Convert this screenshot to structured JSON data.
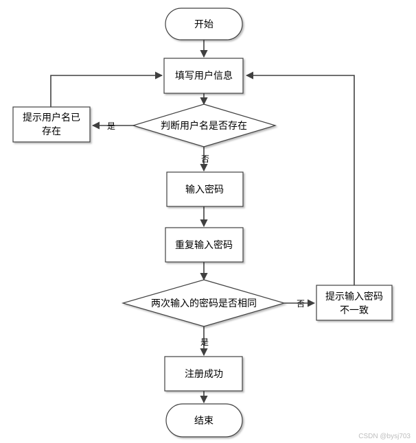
{
  "nodes": {
    "start": "开始",
    "fill_info": "填写用户信息",
    "check_name": "判断用户名是否存在",
    "name_exists_line1": "提示用户名已",
    "name_exists_line2": "存在",
    "input_pw": "输入密码",
    "repeat_pw": "重复输入密码",
    "compare_pw": "两次输入的密码是否相同",
    "pw_mismatch_line1": "提示输入密码",
    "pw_mismatch_line2": "不一致",
    "success": "注册成功",
    "end": "结束"
  },
  "edges": {
    "yes_name": "是",
    "no_name": "否",
    "no_pw": "否",
    "yes_pw": "是"
  },
  "watermark": "CSDN @bysj703"
}
